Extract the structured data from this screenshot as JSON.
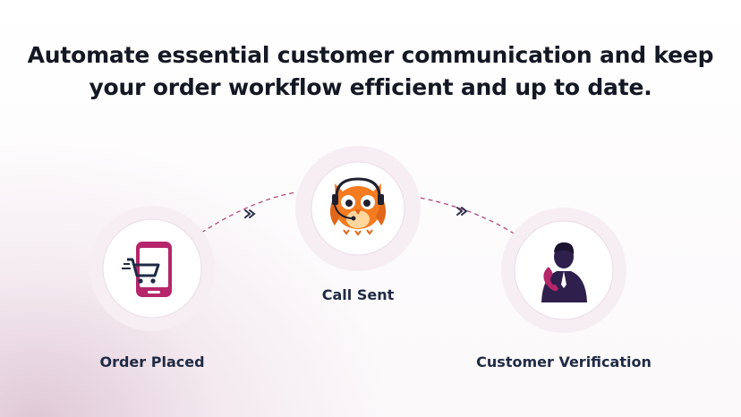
{
  "headline": {
    "line1": "Automate essential customer communication and keep",
    "line2": "your order workflow efficient and up to date."
  },
  "steps": [
    {
      "label": "Order Placed",
      "icon": "shopping-cart-phone-icon"
    },
    {
      "label": "Call Sent",
      "icon": "owl-headset-icon"
    },
    {
      "label": "Customer Verification",
      "icon": "agent-phone-icon"
    }
  ],
  "colors": {
    "text": "#141824",
    "label": "#1f2a44",
    "accent": "#b5266b",
    "owl": "#f47b20",
    "agent": "#2e1f4d"
  }
}
